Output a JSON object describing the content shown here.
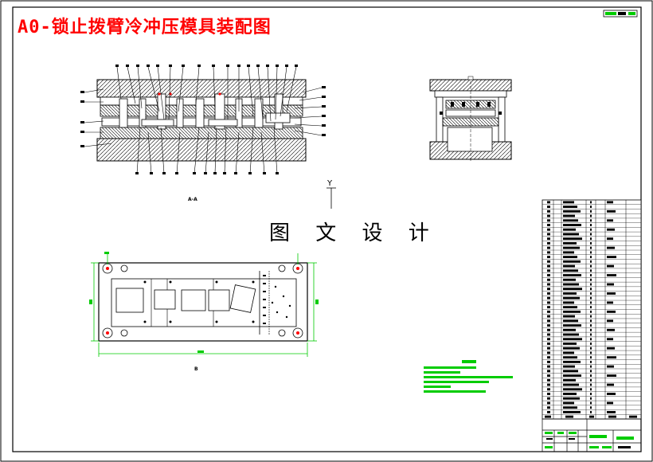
{
  "drawing": {
    "title": "A0-锁止拨臂冷冲压模具装配图",
    "watermark": "图 文 设 计",
    "section_view_label": "A-A",
    "plan_view_label": "B",
    "surface_symbol": "Y"
  },
  "colors": {
    "frame": "#000000",
    "title": "#ff0000",
    "dimension": "#00cc00",
    "center_mark": "#ff0000",
    "hatch": "#000000"
  }
}
